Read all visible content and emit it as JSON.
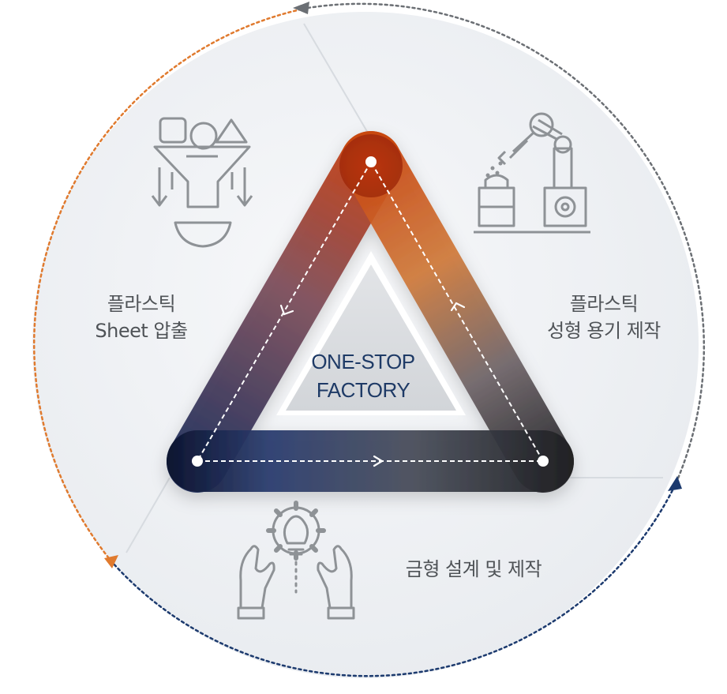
{
  "center": {
    "line1": "ONE-STOP",
    "line2": "FACTORY"
  },
  "stages": [
    {
      "line1": "플라스틱",
      "line2": "Sheet 압출",
      "icon": "funnel-extrusion-icon"
    },
    {
      "line1": "플라스틱",
      "line2": "성형 용기 제작",
      "icon": "robot-arm-icon"
    },
    {
      "line1": "금형 설계 및 제작",
      "icon": "gear-lightbulb-hands-icon"
    }
  ],
  "colors": {
    "orange": "#e07a2e",
    "navy": "#1c3a6e",
    "gray": "#6b6f74",
    "icon": "#8e9296",
    "title": "#1e3a66"
  }
}
